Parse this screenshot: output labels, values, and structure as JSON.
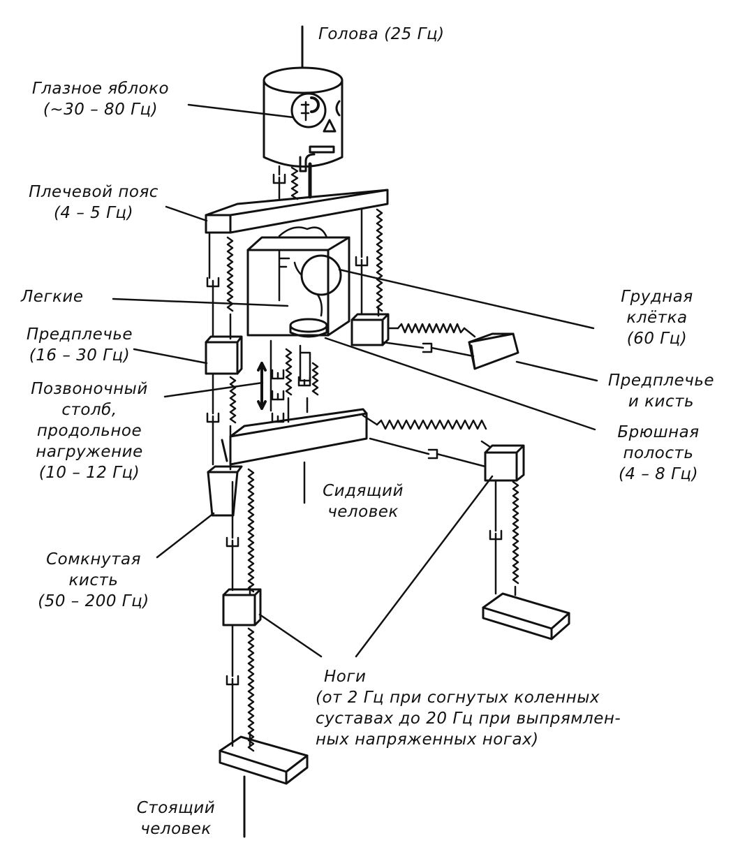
{
  "labels": {
    "head": [
      "Голова (25 Гц)"
    ],
    "eyeball": [
      "Глазное яблоко",
      "(~30 – 80 Гц)"
    ],
    "shoulder": [
      "Плечевой пояс",
      "(4 – 5 Гц)"
    ],
    "lungs": [
      "Легкие"
    ],
    "forearm_left": [
      "Предплечье",
      "(16 – 30 Гц)"
    ],
    "spine": [
      "Позвоночный",
      "столб,",
      "продольное",
      "нагружение",
      "(10 – 12 Гц)"
    ],
    "fist": [
      "Сомкнутая",
      "кисть",
      "(50 – 200 Гц)"
    ],
    "chest": [
      "Грудная",
      "клётка",
      "(60 Гц)"
    ],
    "forearm_right": [
      "Предплечье",
      "и кисть"
    ],
    "abdomen": [
      "Брюшная",
      "полость",
      "(4 – 8 Гц)"
    ],
    "sitting": [
      "Сидящий",
      "человек"
    ],
    "legs": [
      "Ноги",
      "(от  2 Гц  при  согнутых  коленных",
      "суставах  до 20 Гц  при  выпрямлен-",
      "ных  напряженных  ногах)"
    ],
    "standing": [
      "Стоящий",
      "человек"
    ]
  }
}
